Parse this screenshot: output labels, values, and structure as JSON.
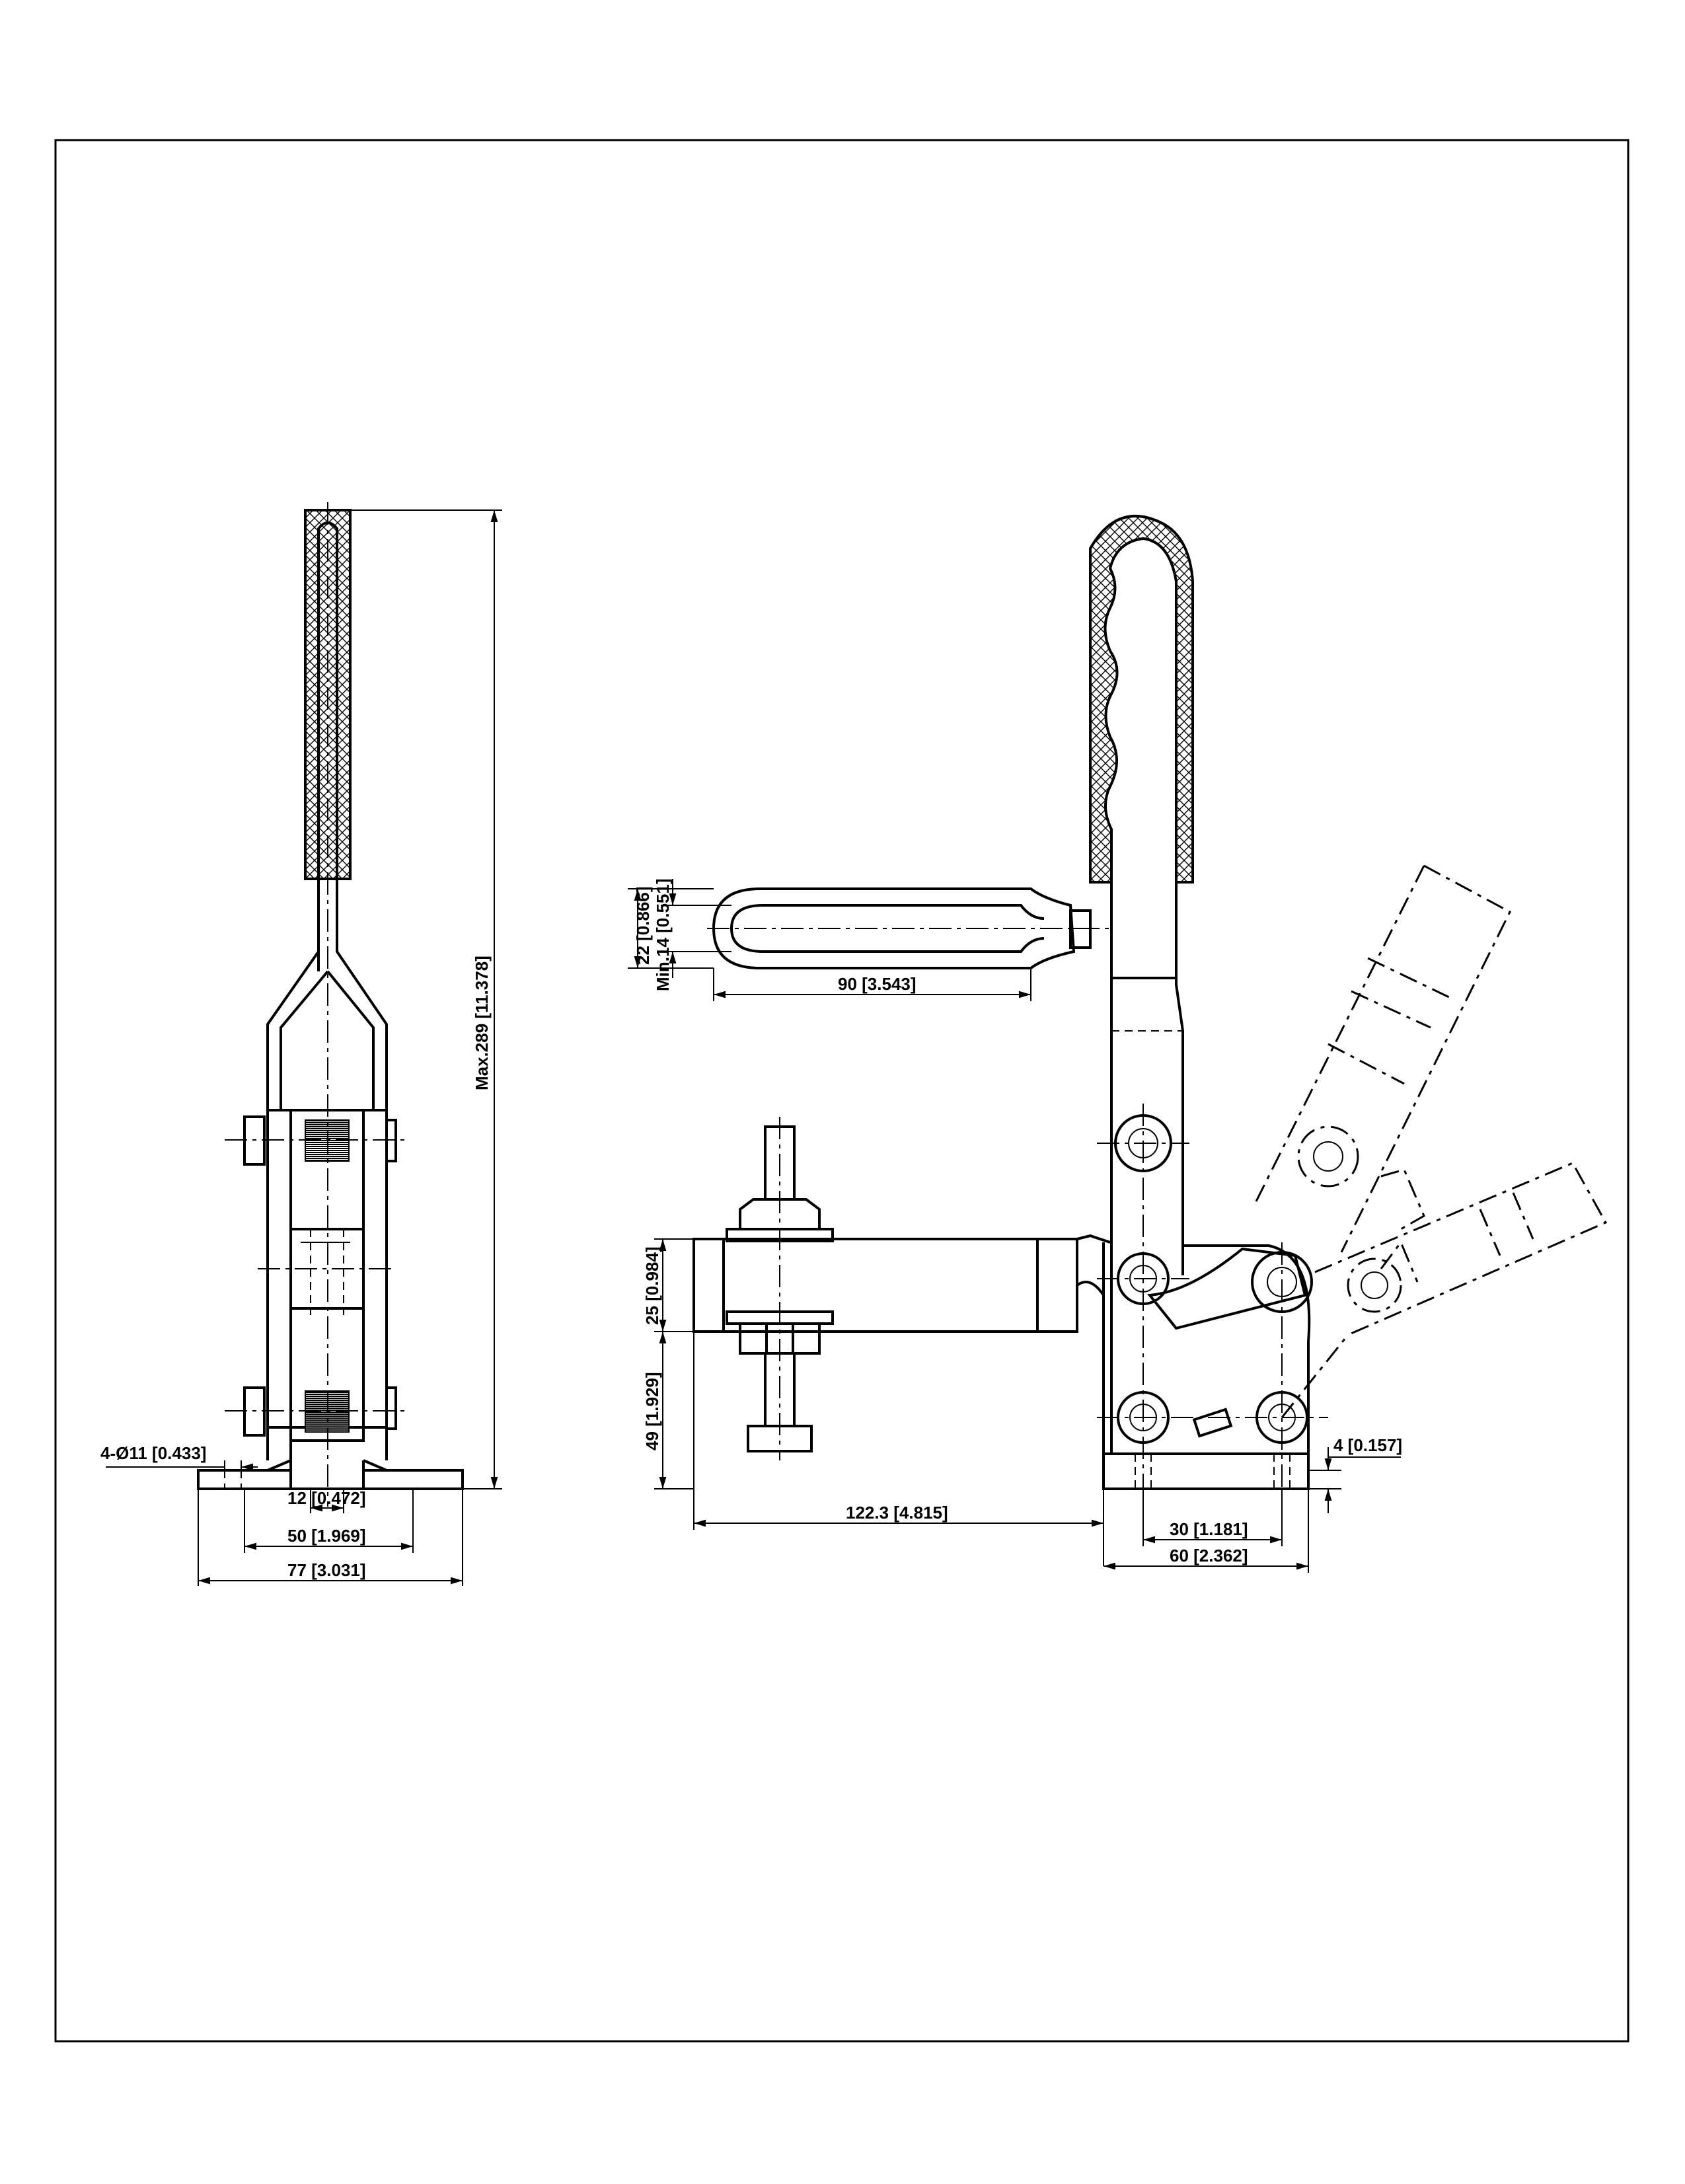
{
  "drawing": {
    "side_view": {
      "height_dim": "Max.289 [11.378]",
      "hole_dim": "4-Ø11 [0.433]",
      "width_12": "12 [0.472]",
      "width_50": "50 [1.969]",
      "width_77": "77 [3.031]"
    },
    "front_view": {
      "slot_dim_22": "22 [0.866]",
      "slot_dim_14": "Min.14 [0.551]",
      "slot_length": "90 [3.543]",
      "arm_height": "25 [0.984]",
      "base_height": "49 [1.929]",
      "reach": "122.3 [4.815]",
      "base_thickness": "4 [0.157]",
      "hole_spacing": "30 [1.181]",
      "base_width": "60 [2.362]"
    }
  }
}
